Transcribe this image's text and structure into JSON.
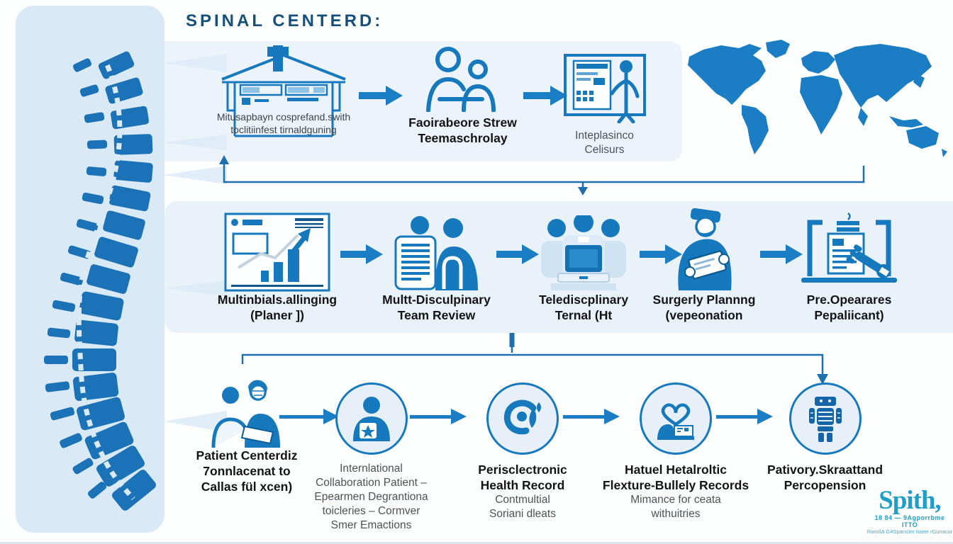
{
  "title": "SPINAL CENTERD:",
  "top_row": {
    "items": [
      {
        "icon": "hospital-icon",
        "line1": "Mitusapbayn cosprefand.swith",
        "line2": "toclitiinfest tirnaldguning"
      },
      {
        "icon": "family-icon",
        "line1": "Faoirabeore Strew",
        "line2": "Teemaschrolay"
      },
      {
        "icon": "presentation-icon",
        "line1": "Inteplasinco Celisurs"
      }
    ]
  },
  "middle_row": {
    "items": [
      {
        "icon": "analytics-chart-icon",
        "line1": "Multinbials.allinging",
        "line2": "(Planer ])"
      },
      {
        "icon": "team-review-icon",
        "line1": "Multt-Disculpinary",
        "line2": "Team Review"
      },
      {
        "icon": "telehealth-icon",
        "line1": "Telediscplinary",
        "line2": "Ternal (Ht"
      },
      {
        "icon": "surgeon-icon",
        "line1": "Surgerly Plannng",
        "line2": "(vepeonation"
      },
      {
        "icon": "preop-document-icon",
        "line1": "Pre.Opearares",
        "line2": "Pepaliicant)"
      }
    ]
  },
  "bottom_row": {
    "items": [
      {
        "icon": "patient-pair-icon",
        "bold1": "Patient Centerdiz",
        "bold2": "7onnlacenat to",
        "bold3": "Callas fül xcen)"
      },
      {
        "icon": "star-badge-person-icon",
        "gray1": "Internlational",
        "gray2": "Collaboration Patient –",
        "gray3": "Epearmen Degrantiona",
        "gray4": "toicleries – Cormver",
        "gray5": "Smer Emactions"
      },
      {
        "icon": "swoosh-icon",
        "bold1": "Perisclectronic",
        "bold2": "Health Record",
        "gray1": "Contmultial",
        "gray2": "Soriani dleats"
      },
      {
        "icon": "heart-device-icon",
        "bold1": "Hatuel Hetalroltic",
        "bold2": "Flexture-Bullely Records",
        "gray1": "Mimance for ceata",
        "gray2": "withuitries"
      },
      {
        "icon": "robot-figure-icon",
        "bold1": "Pativory.Skraattand",
        "bold2": "Percopension"
      }
    ]
  },
  "logo": {
    "name": "Spith,",
    "sub1": "18 84 — 9Agporrbme ITTO",
    "sub2": "Ramßā G4Sparsūnr lower rGünacor"
  },
  "colors": {
    "primary": "#1b7ec4",
    "dark_blue": "#174f7c",
    "band": "#ecf3fa",
    "panel": "#d9eaf6",
    "logo_teal": "#1d9fca"
  }
}
